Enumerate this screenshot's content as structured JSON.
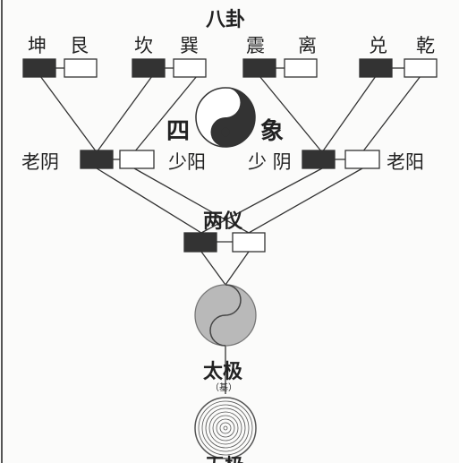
{
  "bagua": {
    "title": "八卦",
    "trigrams": [
      "坤",
      "艮",
      "坎",
      "巽",
      "震",
      "离",
      "兑",
      "乾"
    ]
  },
  "sixiang": {
    "title_left": "四",
    "title_right": "象",
    "labels": [
      "老阴",
      "少阳",
      "少 阴",
      "老阳"
    ]
  },
  "liangyi": {
    "title": "两仪"
  },
  "taiji": {
    "title": "太极",
    "note": "（基）"
  },
  "wuji": {
    "title": "无极"
  },
  "colors": {
    "line": "#333333",
    "dark_block": "#333333",
    "light_block": "#ffffff",
    "paper": "#fbfbfa"
  }
}
